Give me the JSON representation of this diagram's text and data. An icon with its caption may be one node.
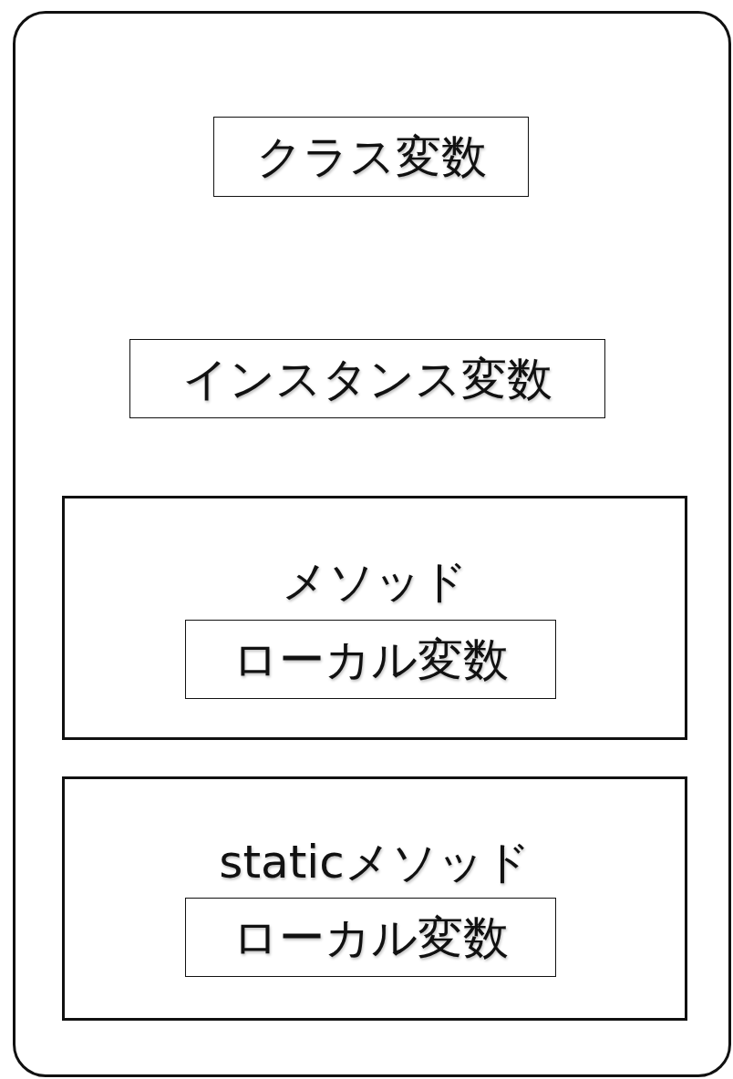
{
  "diagram": {
    "nodes": [
      {
        "text": [],
        "shape": "box"
      },
      {
        "text": [
          "クラス変数"
        ],
        "in": 0
      },
      {
        "text": [
          "インスタンス変数"
        ],
        "in": 0
      },
      {
        "text": [
          "メソッド"
        ],
        "in": 0
      },
      {
        "text": [
          "ローカル変数"
        ],
        "in": 3
      },
      {
        "text": [
          "staticメソッド"
        ],
        "in": 0
      },
      {
        "text": [
          "ローカル変数"
        ],
        "in": 5
      }
    ]
  }
}
